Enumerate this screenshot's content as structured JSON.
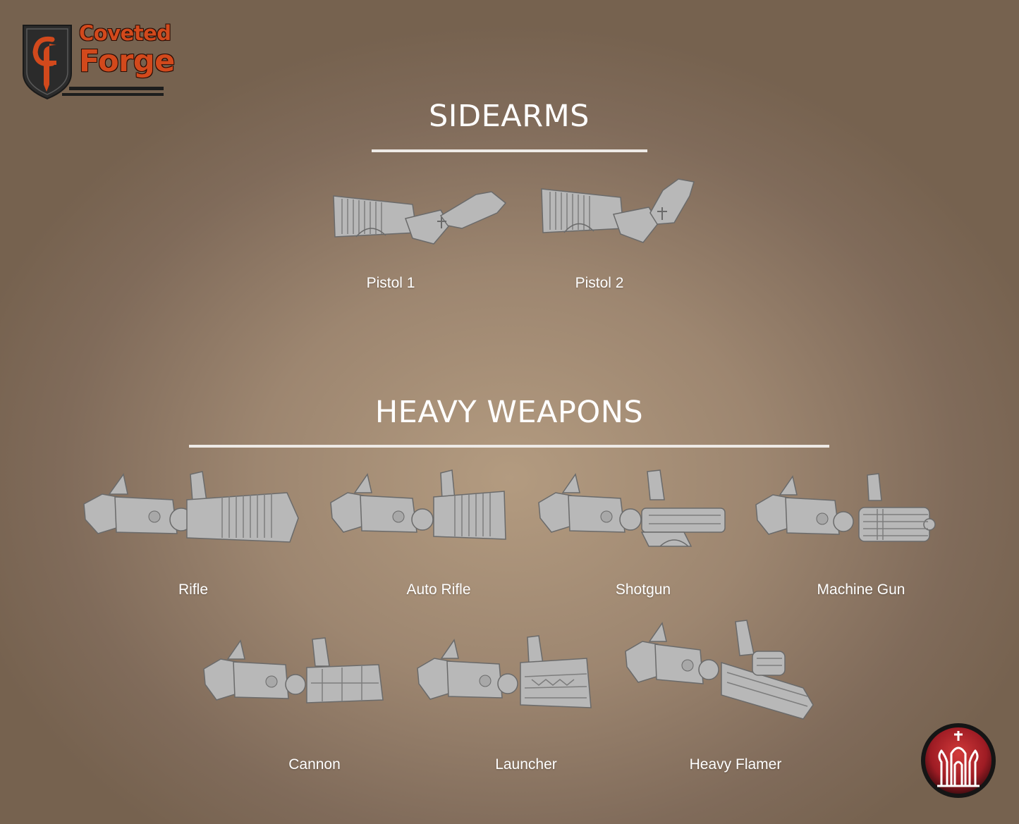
{
  "brand": {
    "name_line1": "Coveted",
    "name_line2": "Forge",
    "monogram": "CF",
    "colors": {
      "accent": "#d2491c",
      "dark": "#1d1d1d",
      "shield": "#2b2b2b"
    }
  },
  "sections": {
    "sidearms": {
      "title": "SIDEARMS",
      "items": [
        {
          "label": "Pistol 1",
          "icon": "pistol-arm-icon"
        },
        {
          "label": "Pistol 2",
          "icon": "pistol-arm-icon"
        }
      ]
    },
    "heavy": {
      "title": "HEAVY WEAPONS",
      "items": [
        {
          "label": "Rifle",
          "icon": "rifle-arm-icon"
        },
        {
          "label": "Auto Rifle",
          "icon": "auto-rifle-arm-icon"
        },
        {
          "label": "Shotgun",
          "icon": "shotgun-arm-icon"
        },
        {
          "label": "Machine Gun",
          "icon": "machine-gun-arm-icon"
        },
        {
          "label": "Cannon",
          "icon": "cannon-arm-icon"
        },
        {
          "label": "Launcher",
          "icon": "launcher-arm-icon"
        },
        {
          "label": "Heavy Flamer",
          "icon": "heavy-flamer-arm-icon"
        }
      ]
    }
  },
  "emblem": {
    "icon": "cathedral-emblem-icon",
    "colors": {
      "outer": "#1a1a1a",
      "inner": "#b3202a"
    }
  },
  "colors": {
    "background": "#9d8670",
    "text": "#ffffff",
    "model": "#b8b8b8"
  }
}
